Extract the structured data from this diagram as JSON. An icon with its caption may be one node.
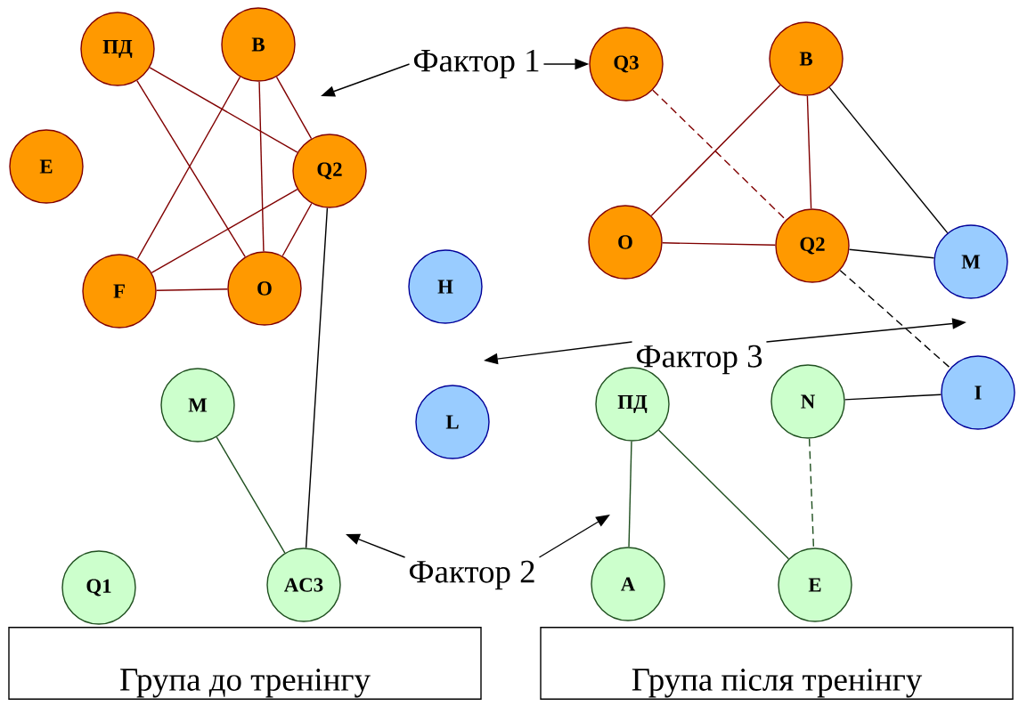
{
  "diagram": {
    "nodes": [
      {
        "text": [
          "ПД"
        ]
      },
      {
        "text": [
          "B"
        ]
      },
      {
        "text": [
          "E"
        ]
      },
      {
        "text": [
          "Q2"
        ]
      },
      {
        "text": [
          "F"
        ]
      },
      {
        "text": [
          "O"
        ]
      },
      {
        "text": [
          "H"
        ]
      },
      {
        "text": [
          "M"
        ]
      },
      {
        "text": [
          "L"
        ]
      },
      {
        "text": [
          "Q1"
        ]
      },
      {
        "text": [
          "AC3"
        ]
      },
      {
        "text": [
          "Q3"
        ]
      },
      {
        "text": [
          "B"
        ]
      },
      {
        "text": [
          "O"
        ]
      },
      {
        "text": [
          "Q2"
        ]
      },
      {
        "text": [
          "M"
        ]
      },
      {
        "text": [
          "ПД"
        ]
      },
      {
        "text": [
          "N"
        ]
      },
      {
        "text": [
          "I"
        ]
      },
      {
        "text": [
          "A"
        ]
      },
      {
        "text": [
          "E"
        ]
      },
      {
        "text": [
          "Фактор 1"
        ]
      },
      {
        "text": [
          "Фактор 3"
        ]
      },
      {
        "text": [
          "Фактор 2"
        ]
      },
      {
        "text": [
          "Група до тренінгу"
        ]
      },
      {
        "text": [
          "Група після тренінгу"
        ]
      }
    ],
    "edges": [
      {
        "from": 0,
        "to": 3,
        "arrow": "none"
      },
      {
        "from": 0,
        "to": 5,
        "arrow": "none"
      },
      {
        "from": 1,
        "to": 4,
        "arrow": "none"
      },
      {
        "from": 1,
        "to": 5,
        "arrow": "none"
      },
      {
        "from": 1,
        "to": 3,
        "arrow": "none"
      },
      {
        "from": 3,
        "to": 4,
        "arrow": "none"
      },
      {
        "from": 3,
        "to": 5,
        "arrow": "none"
      },
      {
        "from": 4,
        "to": 5,
        "arrow": "none"
      },
      {
        "from": 3,
        "to": 10,
        "arrow": "none",
        "color": "#000000"
      },
      {
        "from": 7,
        "to": 10,
        "arrow": "none",
        "color": "#1f4f1f"
      },
      {
        "from": 11,
        "to": 14,
        "arrow": "none",
        "style": "dashed"
      },
      {
        "from": 12,
        "to": 13,
        "arrow": "none"
      },
      {
        "from": 12,
        "to": 14,
        "arrow": "none"
      },
      {
        "from": 13,
        "to": 14,
        "arrow": "none"
      },
      {
        "from": 12,
        "to": 15,
        "arrow": "none",
        "color": "#000000"
      },
      {
        "from": 14,
        "to": 15,
        "arrow": "none",
        "color": "#000000"
      },
      {
        "from": 14,
        "to": 18,
        "arrow": "none",
        "style": "dashed",
        "color": "#000000"
      },
      {
        "from": 17,
        "to": 18,
        "arrow": "none",
        "color": "#000000"
      },
      {
        "from": 16,
        "to": 19,
        "arrow": "none",
        "color": "#1f4f1f"
      },
      {
        "from": 16,
        "to": 20,
        "arrow": "none",
        "color": "#1f4f1f"
      },
      {
        "from": 17,
        "to": 20,
        "arrow": "none",
        "style": "dashed",
        "color": "#1f4f1f"
      },
      {
        "from": 21,
        "to": null,
        "arrow": "to",
        "color": "#000000"
      },
      {
        "from": 21,
        "to": 11,
        "arrow": "to",
        "color": "#000000"
      },
      {
        "from": 22,
        "to": null,
        "arrow": "to",
        "color": "#000000"
      },
      {
        "from": 22,
        "to": null,
        "arrow": "to",
        "color": "#000000"
      },
      {
        "from": 23,
        "to": null,
        "arrow": "to",
        "color": "#000000"
      },
      {
        "from": 23,
        "to": null,
        "arrow": "to",
        "color": "#000000"
      }
    ]
  }
}
